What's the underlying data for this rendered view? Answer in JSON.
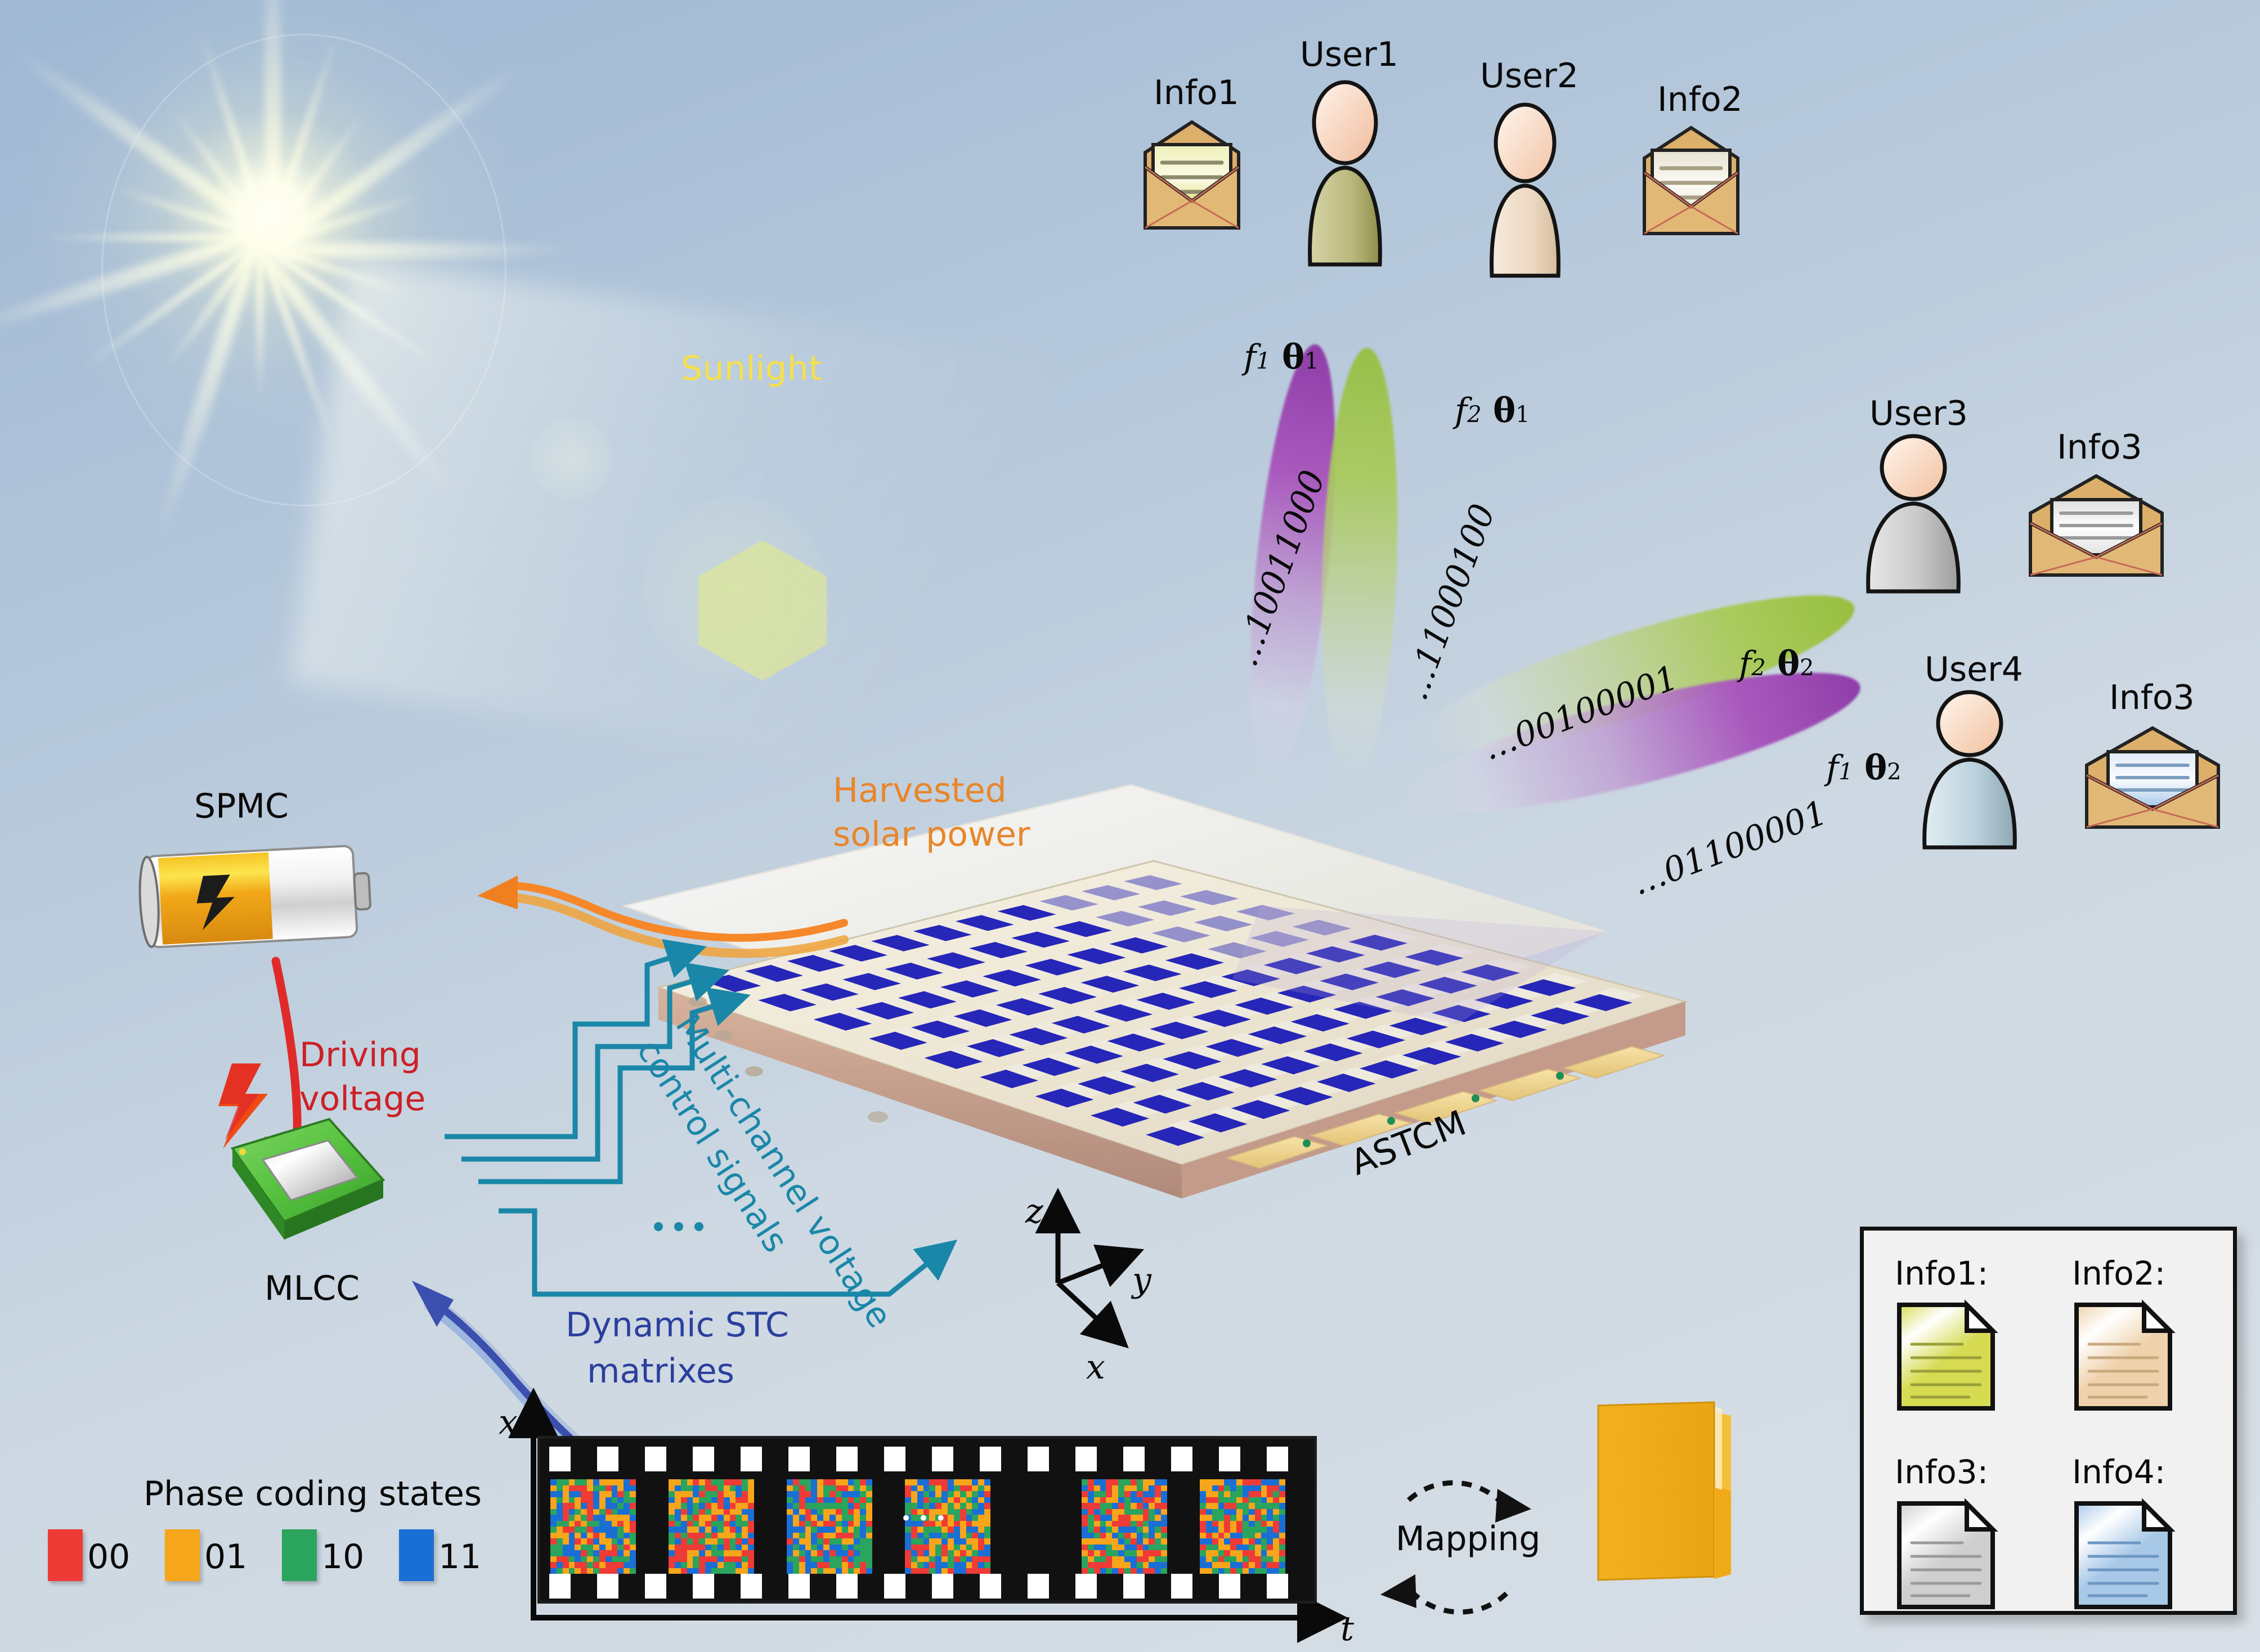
{
  "scene": {
    "background_top": "#9fb8d4",
    "background_bottom": "#d8dfe6"
  },
  "sun": {
    "label": "Sunlight",
    "label_color": "#f5e049"
  },
  "power_chain": {
    "battery_label": "SPMC",
    "harvested_label_line1": "Harvested",
    "harvested_label_line2": "solar power",
    "harvested_color": "#e8862a",
    "driving_label_line1": "Driving",
    "driving_label_line2": "voltage",
    "driving_color": "#cc2026",
    "chip_label": "MLCC",
    "control_label_line1": "Multi-channel voltage",
    "control_label_line2": "control signals",
    "control_color": "#1a87a8",
    "stc_label_line1": "Dynamic STC",
    "stc_label_line2": "matrixes",
    "stc_color": "#2b3f9e"
  },
  "metasurface": {
    "label": "ASTCM",
    "axes": {
      "x": "x",
      "y": "y",
      "z": "z"
    },
    "patch_color": "#2626b8",
    "gold_color": "#f0d795"
  },
  "beams": [
    {
      "id": "beam-f1-t1",
      "freq_label": "f",
      "freq_sub": "1",
      "theta_label": "θ",
      "theta_sub": "1",
      "bits": "…10011000",
      "color": "#8e3da8"
    },
    {
      "id": "beam-f2-t1",
      "freq_label": "f",
      "freq_sub": "2",
      "theta_label": "θ",
      "theta_sub": "1",
      "bits": "…11000100",
      "color": "#97bf3f"
    },
    {
      "id": "beam-f2-t2",
      "freq_label": "f",
      "freq_sub": "2",
      "theta_label": "θ",
      "theta_sub": "2",
      "bits": "…00100001",
      "color": "#97bf3f"
    },
    {
      "id": "beam-f1-t2",
      "freq_label": "f",
      "freq_sub": "1",
      "theta_label": "θ",
      "theta_sub": "2",
      "bits": "…01100001",
      "color": "#8e3da8"
    }
  ],
  "users": [
    {
      "user_label": "User1",
      "info_label": "Info1",
      "body_color": "#b9b87c",
      "letter_color": "#d6db52"
    },
    {
      "user_label": "User2",
      "info_label": "Info2",
      "body_color": "#ecd9c2",
      "letter_color": "#f3f0e6"
    },
    {
      "user_label": "User3",
      "info_label": "Info3",
      "body_color": "#c9c9c9",
      "letter_color": "#f4f4f4"
    },
    {
      "user_label": "User4",
      "info_label": "Info3",
      "body_color": "#bcd2dd",
      "letter_color": "#cfe0f2"
    }
  ],
  "phase_legend": {
    "title": "Phase coding states",
    "states": [
      {
        "code": "00",
        "color": "#ee3b36"
      },
      {
        "code": "01",
        "color": "#f7a51b"
      },
      {
        "code": "10",
        "color": "#2ba45d"
      },
      {
        "code": "11",
        "color": "#1a6fd4"
      }
    ]
  },
  "film": {
    "axis_x": "x",
    "axis_t": "t",
    "ellipsis": "• • •",
    "frame_count": 6
  },
  "mapping": {
    "label": "Mapping"
  },
  "info_box": {
    "items": [
      {
        "label": "Info1:",
        "color": "#d6db52",
        "line_color": "#9aa03a"
      },
      {
        "label": "Info2:",
        "color": "#efd2ac",
        "line_color": "#c9a97e"
      },
      {
        "label": "Info3:",
        "color": "#cfcfcf",
        "line_color": "#9a9a9a"
      },
      {
        "label": "Info4:",
        "color": "#a8c8e8",
        "line_color": "#6f97c4"
      }
    ]
  },
  "chart_data": {
    "type": "heatmap",
    "title": "Dynamic STC matrixes",
    "legend_title": "Phase coding states",
    "categories": [
      "00",
      "01",
      "10",
      "11"
    ],
    "colors": [
      "#ee3b36",
      "#f7a51b",
      "#2ba45d",
      "#1a6fd4"
    ],
    "xlabel": "t",
    "ylabel": "x",
    "frames": 6,
    "grid_rows": 16,
    "grid_cols": 14
  }
}
